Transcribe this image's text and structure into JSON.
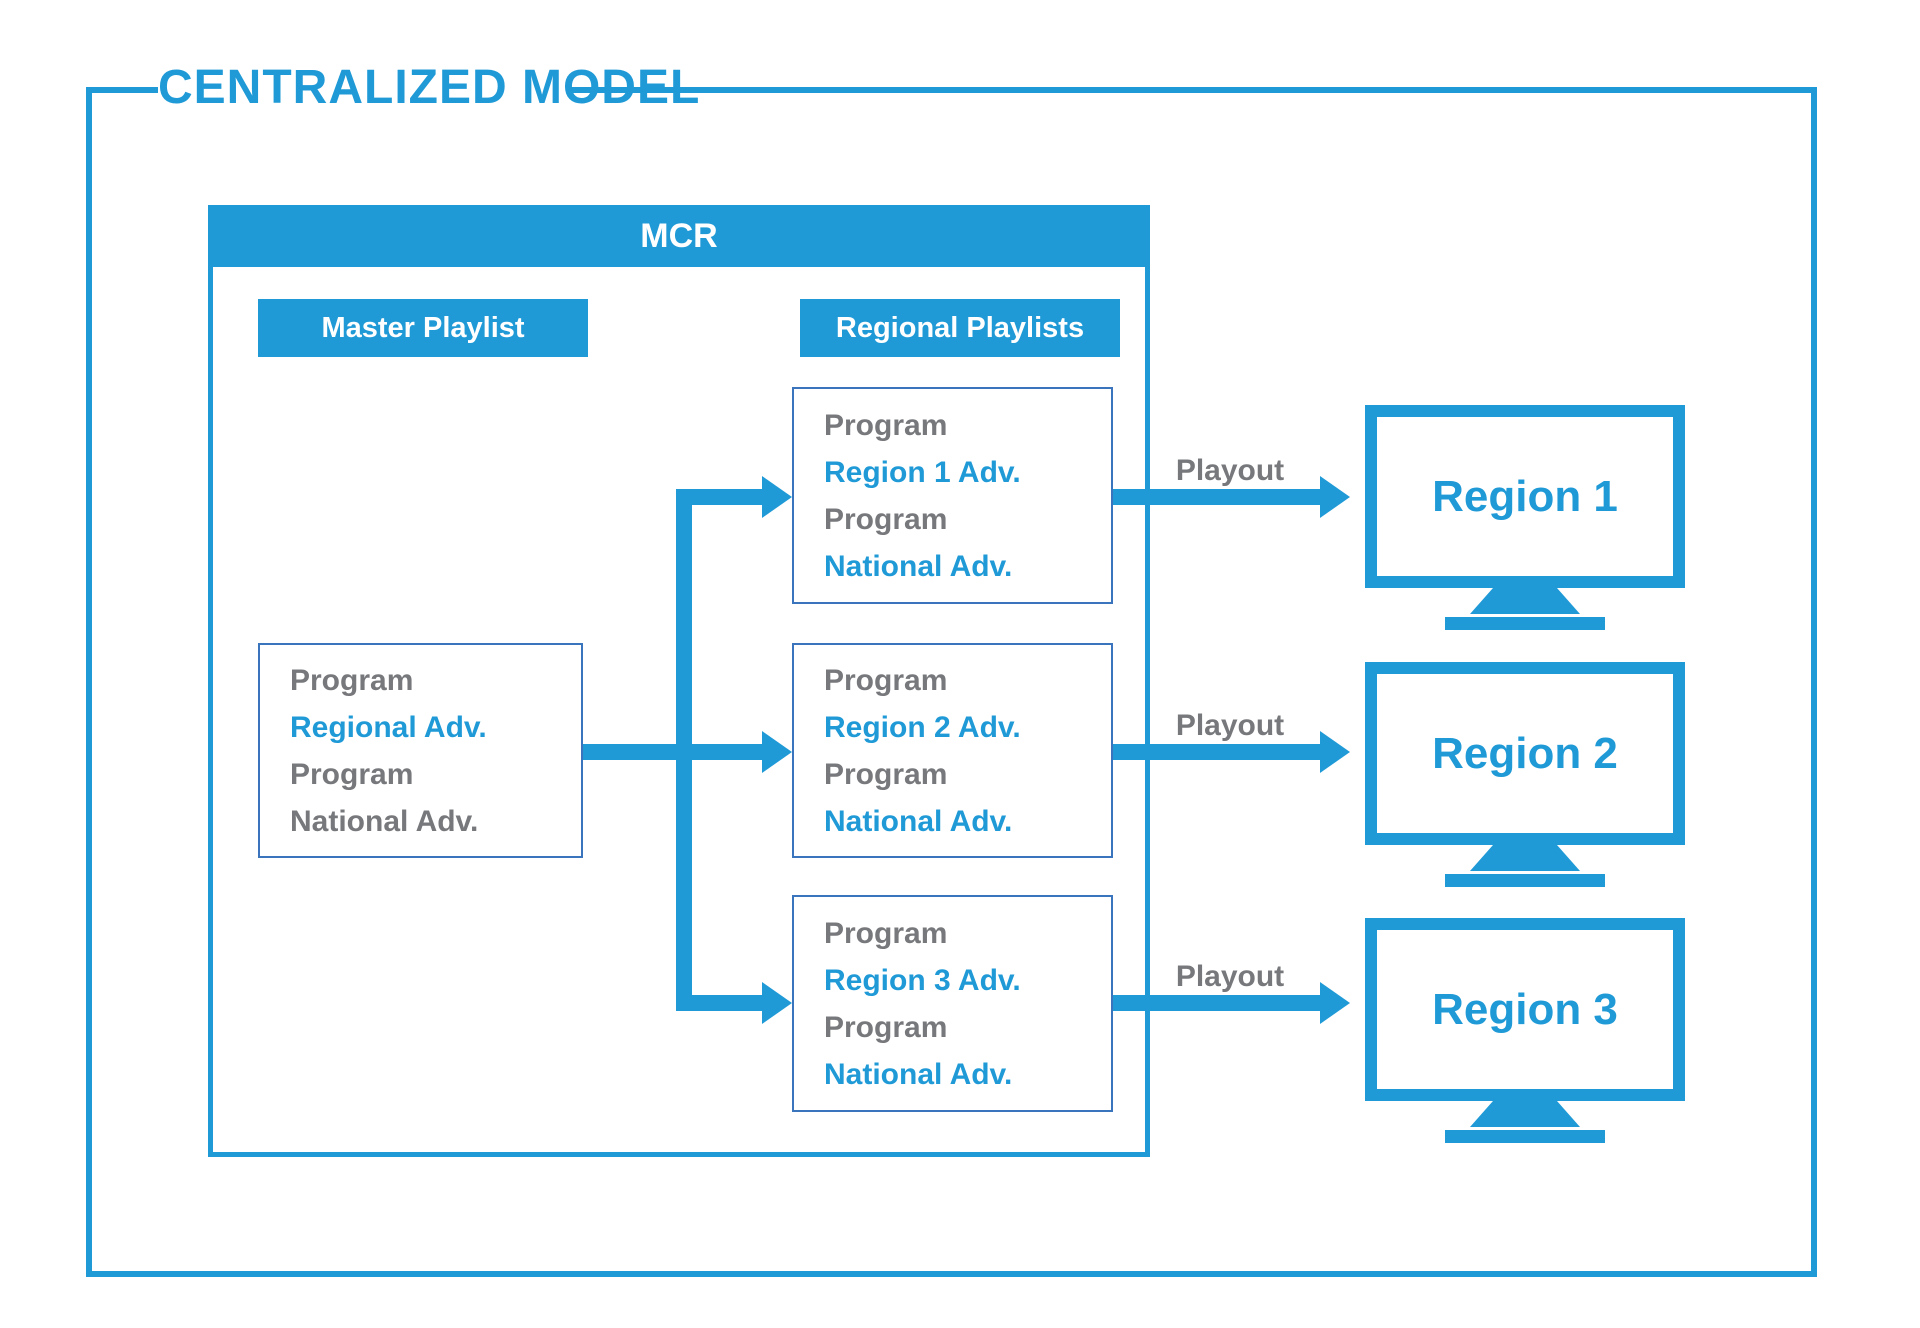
{
  "title": "CENTRALIZED MODEL",
  "mcr": {
    "header": "MCR",
    "master_playlist_label": "Master Playlist",
    "regional_playlists_label": "Regional Playlists",
    "master_playlist": {
      "lines": [
        "Program",
        "Regional Adv.",
        "Program",
        "National Adv."
      ]
    },
    "regional_playlists": [
      {
        "lines": [
          "Program",
          "Region 1 Adv.",
          "Program",
          "National Adv."
        ]
      },
      {
        "lines": [
          "Program",
          "Region 2 Adv.",
          "Program",
          "National Adv."
        ]
      },
      {
        "lines": [
          "Program",
          "Region 3 Adv.",
          "Program",
          "National Adv."
        ]
      }
    ]
  },
  "playout_label": "Playout",
  "regions": [
    "Region 1",
    "Region 2",
    "Region 3"
  ],
  "colors": {
    "accent_blue": "#1f9ad7",
    "text_gray": "#77787b",
    "box_border_blue": "#3a74bc"
  }
}
